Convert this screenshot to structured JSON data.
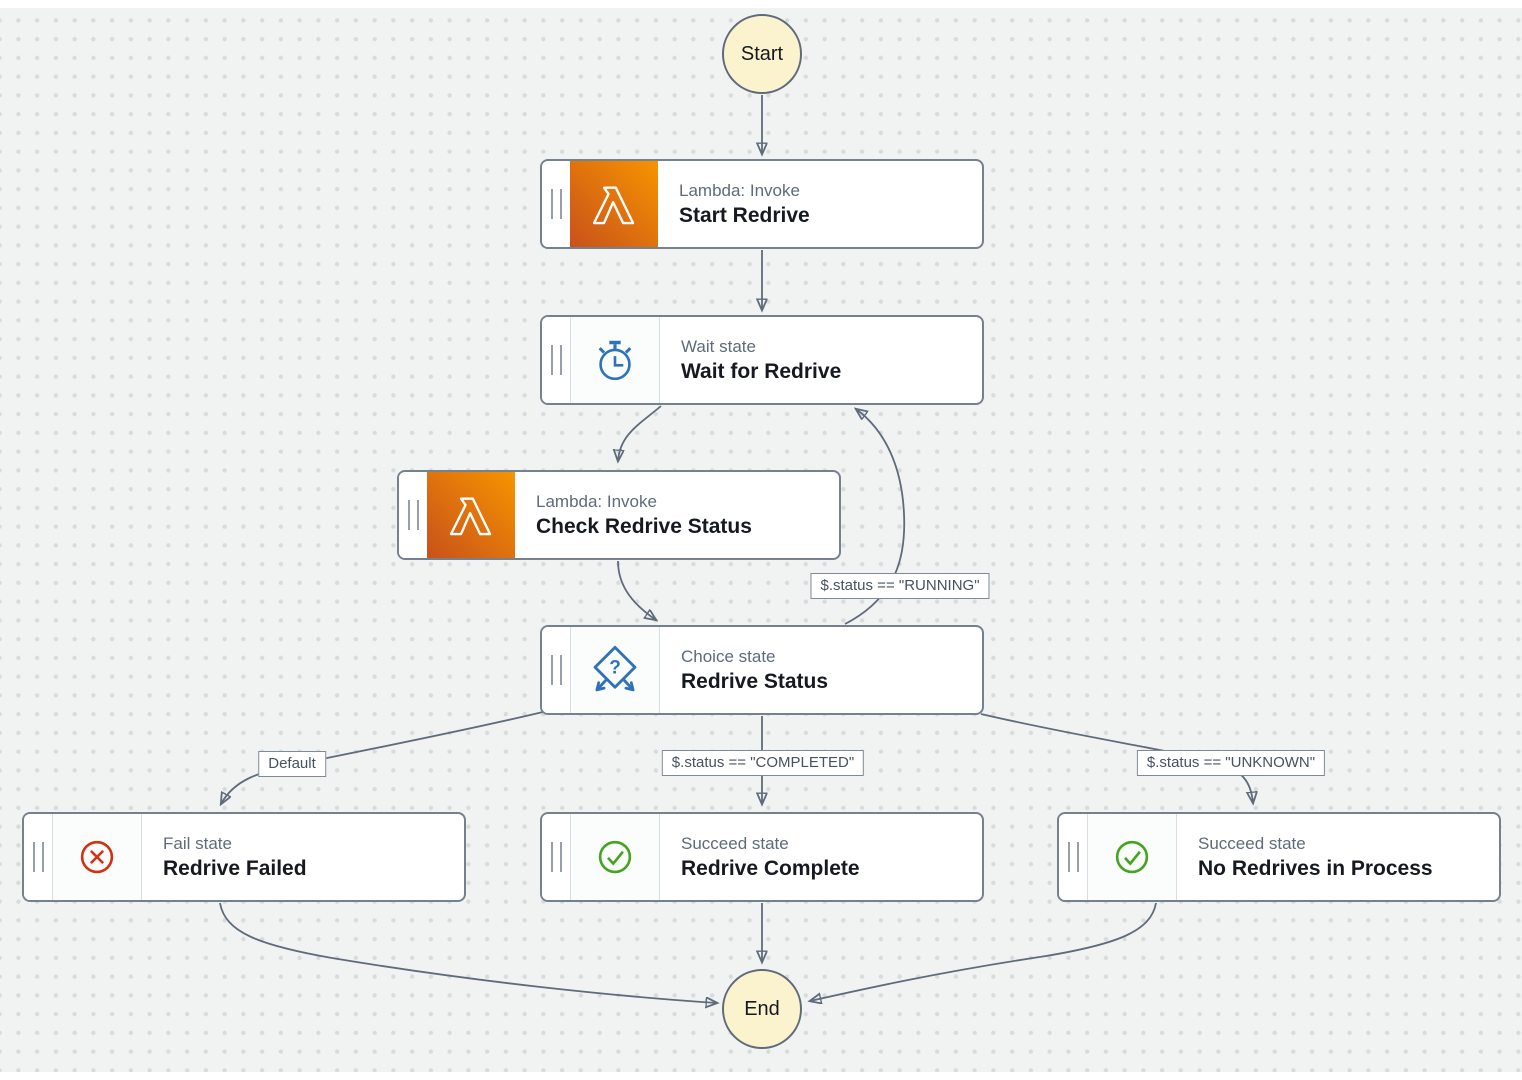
{
  "canvas": {
    "start_label": "Start",
    "end_label": "End"
  },
  "nodes": [
    {
      "icon": "lambda-icon",
      "type_label": "Lambda: Invoke",
      "name": "Start Redrive"
    },
    {
      "icon": "wait-icon",
      "type_label": "Wait state",
      "name": "Wait for Redrive"
    },
    {
      "icon": "lambda-icon",
      "type_label": "Lambda: Invoke",
      "name": "Check Redrive Status"
    },
    {
      "icon": "choice-icon",
      "type_label": "Choice state",
      "name": "Redrive Status"
    },
    {
      "icon": "fail-icon",
      "type_label": "Fail state",
      "name": "Redrive Failed"
    },
    {
      "icon": "succeed-icon",
      "type_label": "Succeed state",
      "name": "Redrive Complete"
    },
    {
      "icon": "succeed-icon",
      "type_label": "Succeed state",
      "name": "No Redrives in Process"
    }
  ],
  "edge_labels": {
    "running": "$.status == \"RUNNING\"",
    "default_branch": "Default",
    "completed": "$.status == \"COMPLETED\"",
    "unknown": "$.status == \"UNKNOWN\""
  },
  "colors": {
    "lambda_orange_dark": "#C8511B",
    "lambda_orange_light": "#F79400",
    "wait_blue": "#2E73B8",
    "choice_blue": "#2E73B8",
    "fail_red": "#D13212",
    "succeed_green": "#45A41E",
    "edge_gray": "#5F6B7A",
    "terminal_fill": "#FAF3CE",
    "canvas_bg": "#F1F3F3"
  }
}
